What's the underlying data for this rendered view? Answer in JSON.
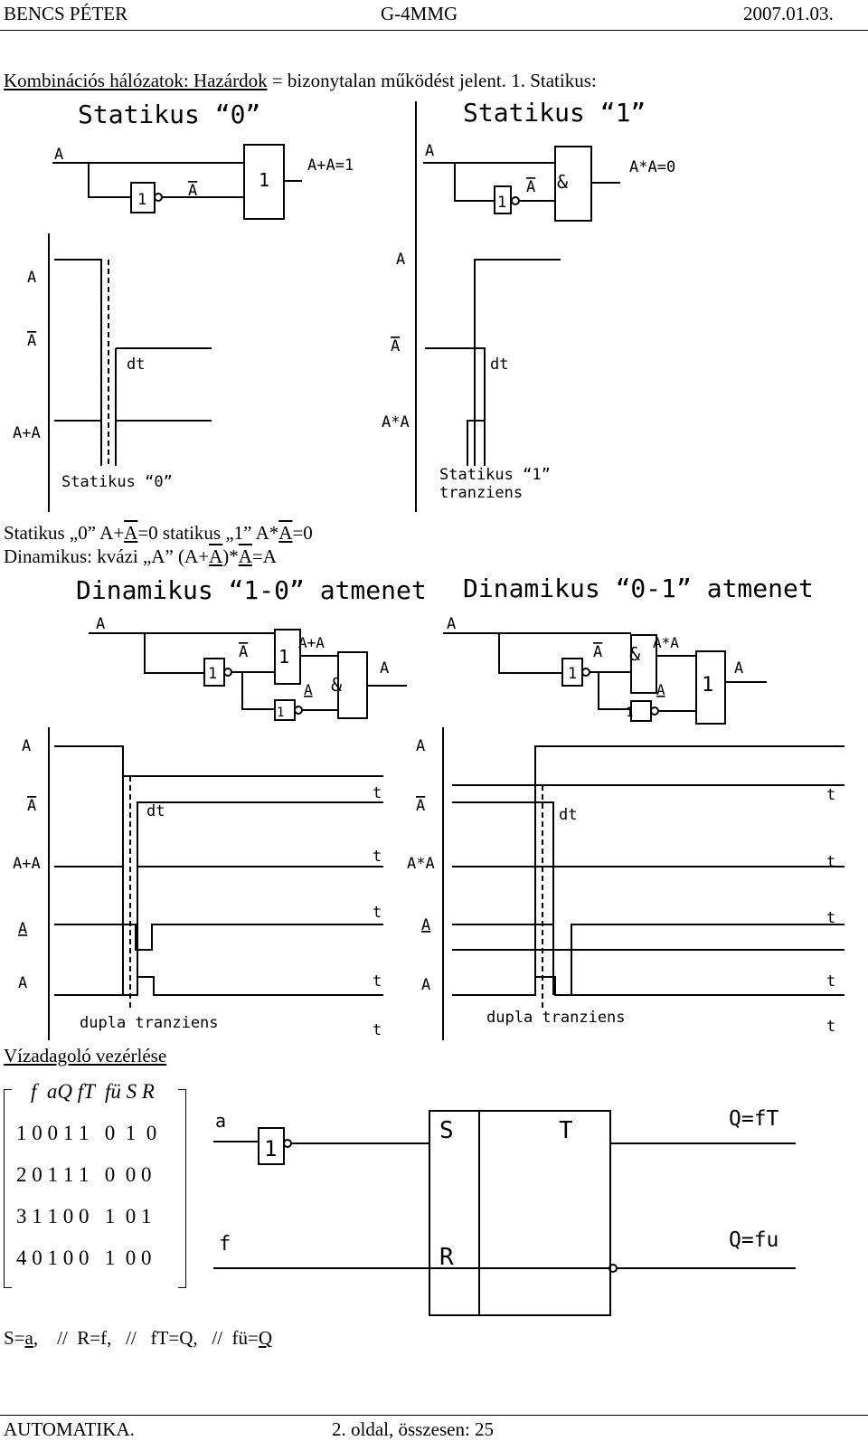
{
  "header": {
    "author": "BENCS PÉTER",
    "code": "G-4MMG",
    "date": "2007.01.03."
  },
  "intro": {
    "prefix": "Kombinációs hálózatok: Hazárdok",
    "suffix": " = bizonytalan működést jelent. 1. Statikus:"
  },
  "static_diagrams": {
    "left_title": "Statikus “0”",
    "right_title": "Statikus “1”",
    "sig_a": "A",
    "sig_a_bar": "A",
    "or_gate": "1",
    "and_gate": "&",
    "not_gate": "1",
    "left_output": "A+A=1",
    "right_output": "A*A=0",
    "left_wave_label": "A+A",
    "right_wave_label": "A*A",
    "dt": "dt",
    "left_caption": "Statikus “0”",
    "right_caption_1": "Statikus “1”",
    "right_caption_2": "tranziens"
  },
  "static_summary": {
    "p1": "Statikus „0” A+",
    "a1": "A",
    "p2": "=0 statikus „1” A*",
    "a2": "A",
    "p3": "=0"
  },
  "dynamic_summary": {
    "p1": "Dinamikus: kvázi „A” (A+",
    "a1": "A",
    "p2": ")*",
    "a2": "A",
    "p3": "=A"
  },
  "dynamic_diagrams": {
    "left_title": "Dinamikus “1-0” atmenet",
    "right_title": "Dinamikus “0-1” atmenet",
    "left_mid_label": "A+A",
    "right_mid_label": "A*A",
    "time": "t",
    "caption": "dupla tranziens"
  },
  "water_section": {
    "title": "Vízadagoló vezérlése",
    "matrix_header": "f  aQ fT  fü S R",
    "matrix_rows": [
      "1 0 0 1 1   0  1  0",
      "2 0 1 1 1   0  0 0",
      "3 1 1 0 0   1  0 1",
      "4 0 1 0 0   1  0 0"
    ],
    "circuit": {
      "in_a": "a",
      "in_f": "f",
      "not_gate": "1",
      "s_label": "S",
      "r_label": "R",
      "t_label": "T",
      "out_q_ft": "Q=fT",
      "out_q_fu": "Q=fu"
    }
  },
  "equations": {
    "s_prefix": "S=",
    "s_var": "a",
    "s_rest": ",    //  R=f,   //   fT=Q,   //  fü=",
    "q_var": "Q"
  },
  "footer": {
    "left": "AUTOMATIKA.",
    "right": "2. oldal, összesen: 25"
  }
}
